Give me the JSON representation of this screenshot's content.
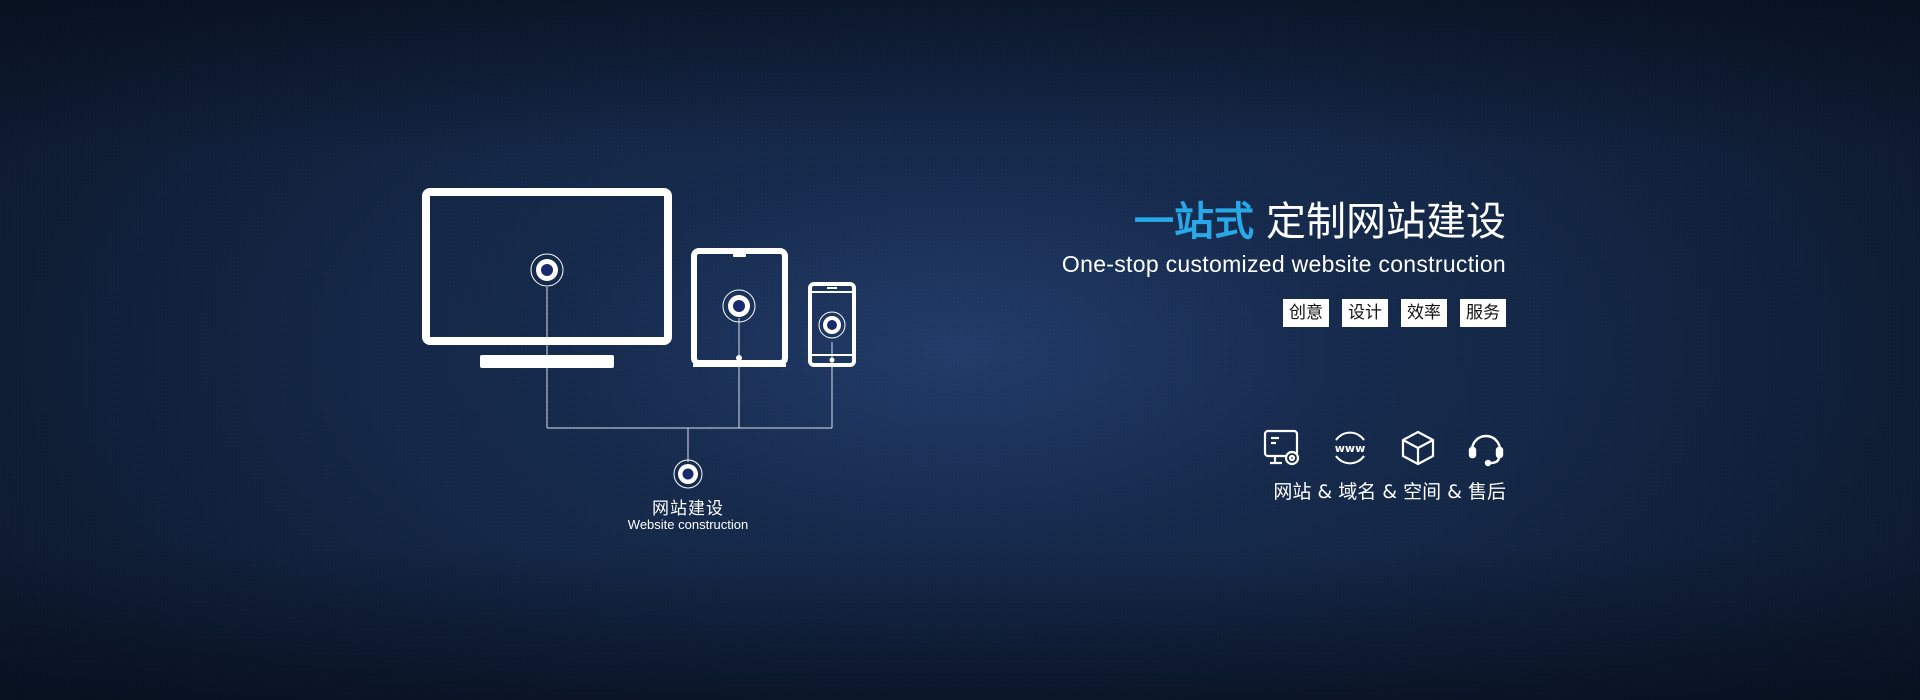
{
  "hero": {
    "headline_accent": "一站式",
    "headline_rest": "定制网站建设",
    "subline": "One-stop customized website construction",
    "tags": [
      "创意",
      "设计",
      "效率",
      "服务"
    ],
    "services_text": "网站 & 域名 & 空间 & 售后",
    "service_icons": [
      "website-settings-icon",
      "www-globe-icon",
      "cube-box-icon",
      "headset-icon"
    ]
  },
  "illustration": {
    "node_label_cn": "网站建设",
    "node_label_en": "Website construction",
    "devices": [
      "monitor-icon",
      "tablet-icon",
      "phone-icon"
    ]
  },
  "colors": {
    "accent": "#29a8e8",
    "background": "#142848",
    "line": "#ffffff"
  }
}
